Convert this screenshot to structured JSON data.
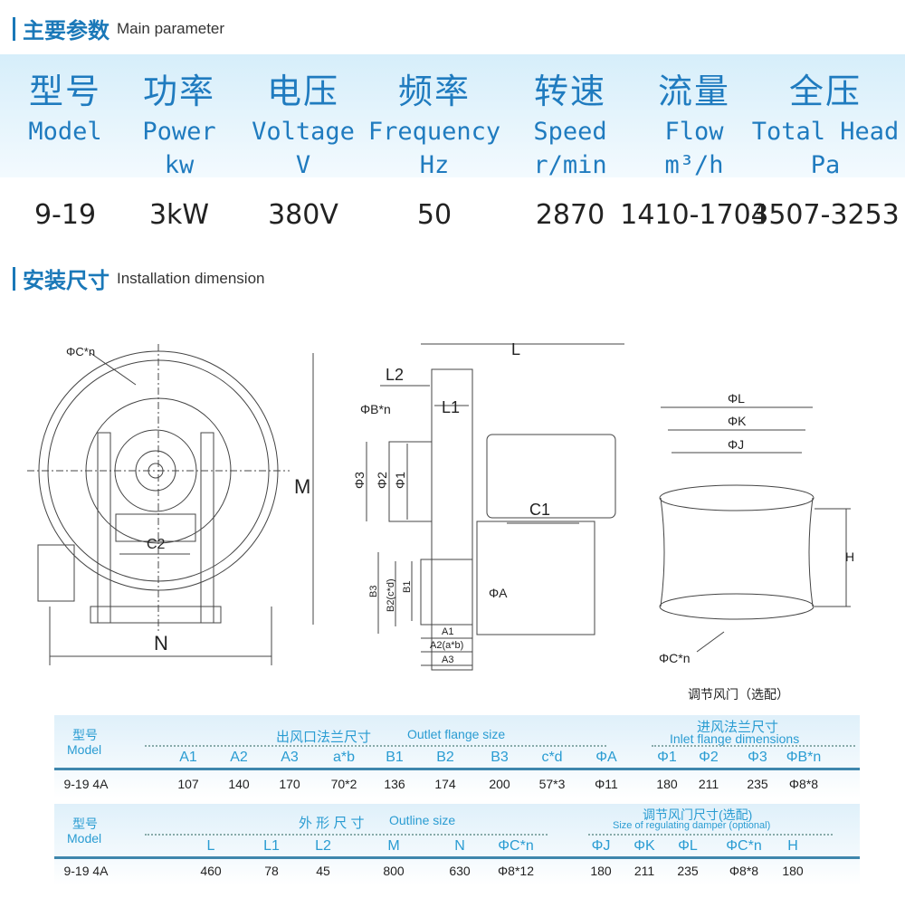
{
  "main_param": {
    "title_cn": "主要参数",
    "title_en": "Main parameter",
    "columns": [
      {
        "cn": "型号",
        "en": "Model",
        "unit": "",
        "value": "9-19"
      },
      {
        "cn": "功率",
        "en": "Power",
        "unit": "kw",
        "value": "3kW"
      },
      {
        "cn": "电压",
        "en": "Voltage",
        "unit": "V",
        "value": "380V"
      },
      {
        "cn": "频率",
        "en": "Frequency",
        "unit": "Hz",
        "value": "50"
      },
      {
        "cn": "转速",
        "en": "Speed",
        "unit": "r/min",
        "value": "2870"
      },
      {
        "cn": "流量",
        "en": "Flow",
        "unit": "m³/h",
        "value": "1410-1704"
      },
      {
        "cn": "全压",
        "en": "Total Head",
        "unit": "Pa",
        "value": "3507-3253"
      }
    ]
  },
  "install": {
    "title_cn": "安装尺寸",
    "title_en": "Installation dimension"
  },
  "drawing": {
    "front": {
      "c_n": "ΦC*n",
      "m": "M",
      "n": "N",
      "c2": "C2"
    },
    "side": {
      "l": "L",
      "l2": "L2",
      "l1": "L1",
      "b_n": "ΦB*n",
      "phi3": "Φ3",
      "phi2": "Φ2",
      "phi1": "Φ1",
      "c1": "C1",
      "b3": "B3",
      "b2": "B2(c*d)",
      "b1": "B1",
      "phi_a": "ΦA",
      "a1": "A1",
      "a2": "A2(a*b)",
      "a3": "A3"
    },
    "damper": {
      "l": "ΦL",
      "k": "ΦK",
      "j": "ΦJ",
      "h": "H",
      "c_n": "ΦC*n",
      "caption": "调节风门（选配）"
    }
  },
  "table1": {
    "model_cn": "型号",
    "model_en": "Model",
    "group1_cn": "出风口法兰尺寸",
    "group1_en": "Outlet flange size",
    "group2_cn": "进风法兰尺寸",
    "group2_en": "Inlet flange dimensions",
    "headers": [
      "A1",
      "A2",
      "A3",
      "a*b",
      "B1",
      "B2",
      "B3",
      "c*d",
      "ΦA",
      "Φ1",
      "Φ2",
      "Φ3",
      "ΦB*n"
    ],
    "row": {
      "model": "9-19 4A",
      "values": [
        "107",
        "140",
        "170",
        "70*2",
        "136",
        "174",
        "200",
        "57*3",
        "Φ11",
        "180",
        "211",
        "235",
        "Φ8*8"
      ]
    }
  },
  "table2": {
    "model_cn": "型号",
    "model_en": "Model",
    "group1_cn": "外 形 尺 寸",
    "group1_en": "Outline size",
    "group2_cn": "调节风门尺寸(选配)",
    "group2_en": "Size of regulating damper (optional)",
    "headers": [
      "L",
      "L1",
      "L2",
      "M",
      "N",
      "ΦC*n",
      "ΦJ",
      "ΦK",
      "ΦL",
      "ΦC*n",
      "H"
    ],
    "row": {
      "model": "9-19 4A",
      "values": [
        "460",
        "78",
        "45",
        "800",
        "630",
        "Φ8*12",
        "180",
        "211",
        "235",
        "Φ8*8",
        "180"
      ]
    }
  }
}
